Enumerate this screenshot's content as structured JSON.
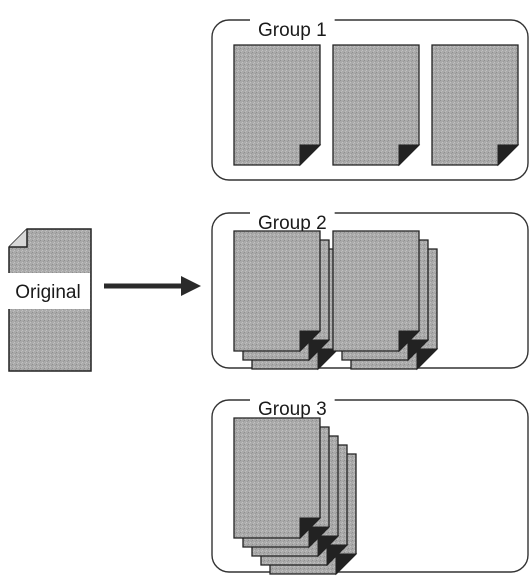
{
  "original": {
    "label": "Original"
  },
  "groups": [
    {
      "title": "Group 1",
      "stacks": [
        1,
        1,
        1
      ]
    },
    {
      "title": "Group 2",
      "stacks": [
        3,
        3
      ]
    },
    {
      "title": "Group 3",
      "stacks": [
        5
      ]
    }
  ],
  "colors": {
    "page_fill": "#a9a9a9",
    "page_stroke": "#222222",
    "corner": "#222222",
    "frame": "#333333",
    "arrow": "#2a2a2a",
    "label_bg": "#ffffff"
  }
}
